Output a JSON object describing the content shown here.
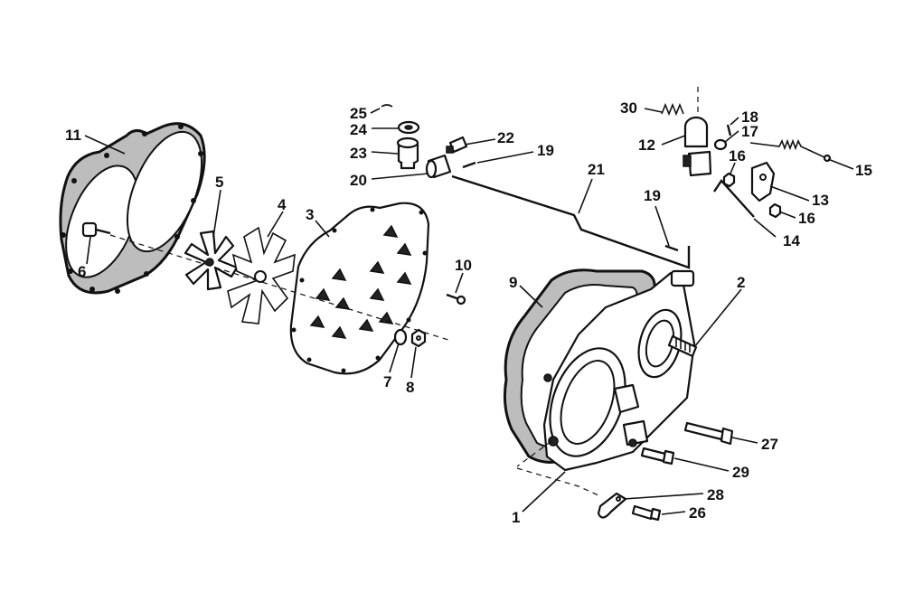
{
  "diagram": {
    "callouts": [
      {
        "id": "11",
        "label": "11"
      },
      {
        "id": "6",
        "label": "6"
      },
      {
        "id": "5",
        "label": "5"
      },
      {
        "id": "4",
        "label": "4"
      },
      {
        "id": "3",
        "label": "3"
      },
      {
        "id": "10",
        "label": "10"
      },
      {
        "id": "7",
        "label": "7"
      },
      {
        "id": "8",
        "label": "8"
      },
      {
        "id": "25",
        "label": "25"
      },
      {
        "id": "24",
        "label": "24"
      },
      {
        "id": "23",
        "label": "23"
      },
      {
        "id": "20",
        "label": "20"
      },
      {
        "id": "22",
        "label": "22"
      },
      {
        "id": "19a",
        "label": "19"
      },
      {
        "id": "21",
        "label": "21"
      },
      {
        "id": "19b",
        "label": "19"
      },
      {
        "id": "30",
        "label": "30"
      },
      {
        "id": "12",
        "label": "12"
      },
      {
        "id": "18",
        "label": "18"
      },
      {
        "id": "17",
        "label": "17"
      },
      {
        "id": "16a",
        "label": "16"
      },
      {
        "id": "15",
        "label": "15"
      },
      {
        "id": "13",
        "label": "13"
      },
      {
        "id": "16b",
        "label": "16"
      },
      {
        "id": "14",
        "label": "14"
      },
      {
        "id": "9",
        "label": "9"
      },
      {
        "id": "2",
        "label": "2"
      },
      {
        "id": "27",
        "label": "27"
      },
      {
        "id": "29",
        "label": "29"
      },
      {
        "id": "28",
        "label": "28"
      },
      {
        "id": "26",
        "label": "26"
      },
      {
        "id": "1",
        "label": "1"
      }
    ]
  }
}
